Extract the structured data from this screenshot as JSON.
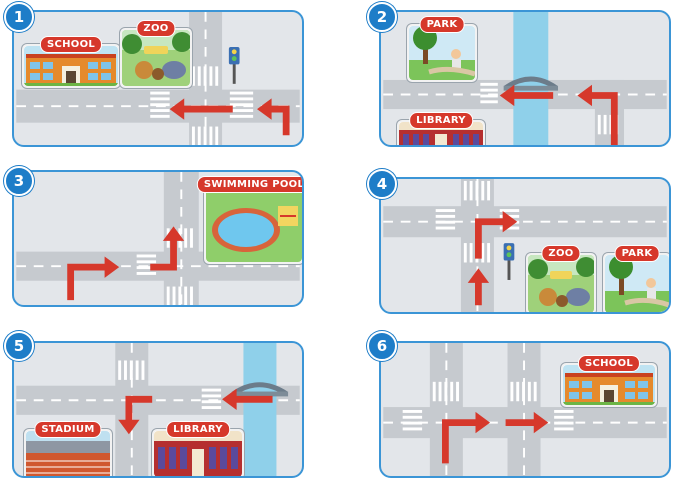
{
  "panels": [
    {
      "number": "1",
      "places": [
        "SCHOOL",
        "ZOO"
      ]
    },
    {
      "number": "2",
      "places": [
        "PARK",
        "LIBRARY"
      ]
    },
    {
      "number": "3",
      "places": [
        "SWIMMING POOL"
      ]
    },
    {
      "number": "4",
      "places": [
        "ZOO",
        "PARK"
      ]
    },
    {
      "number": "5",
      "places": [
        "STADIUM",
        "LIBRARY"
      ]
    },
    {
      "number": "6",
      "places": [
        "SCHOOL"
      ]
    }
  ],
  "colors": {
    "frame": "#3b95d6",
    "badge": "#1e7dc8",
    "road": "#c6cacf",
    "arrow": "#d6382b",
    "tag": "#d6382b",
    "river": "#8fd0ea"
  }
}
